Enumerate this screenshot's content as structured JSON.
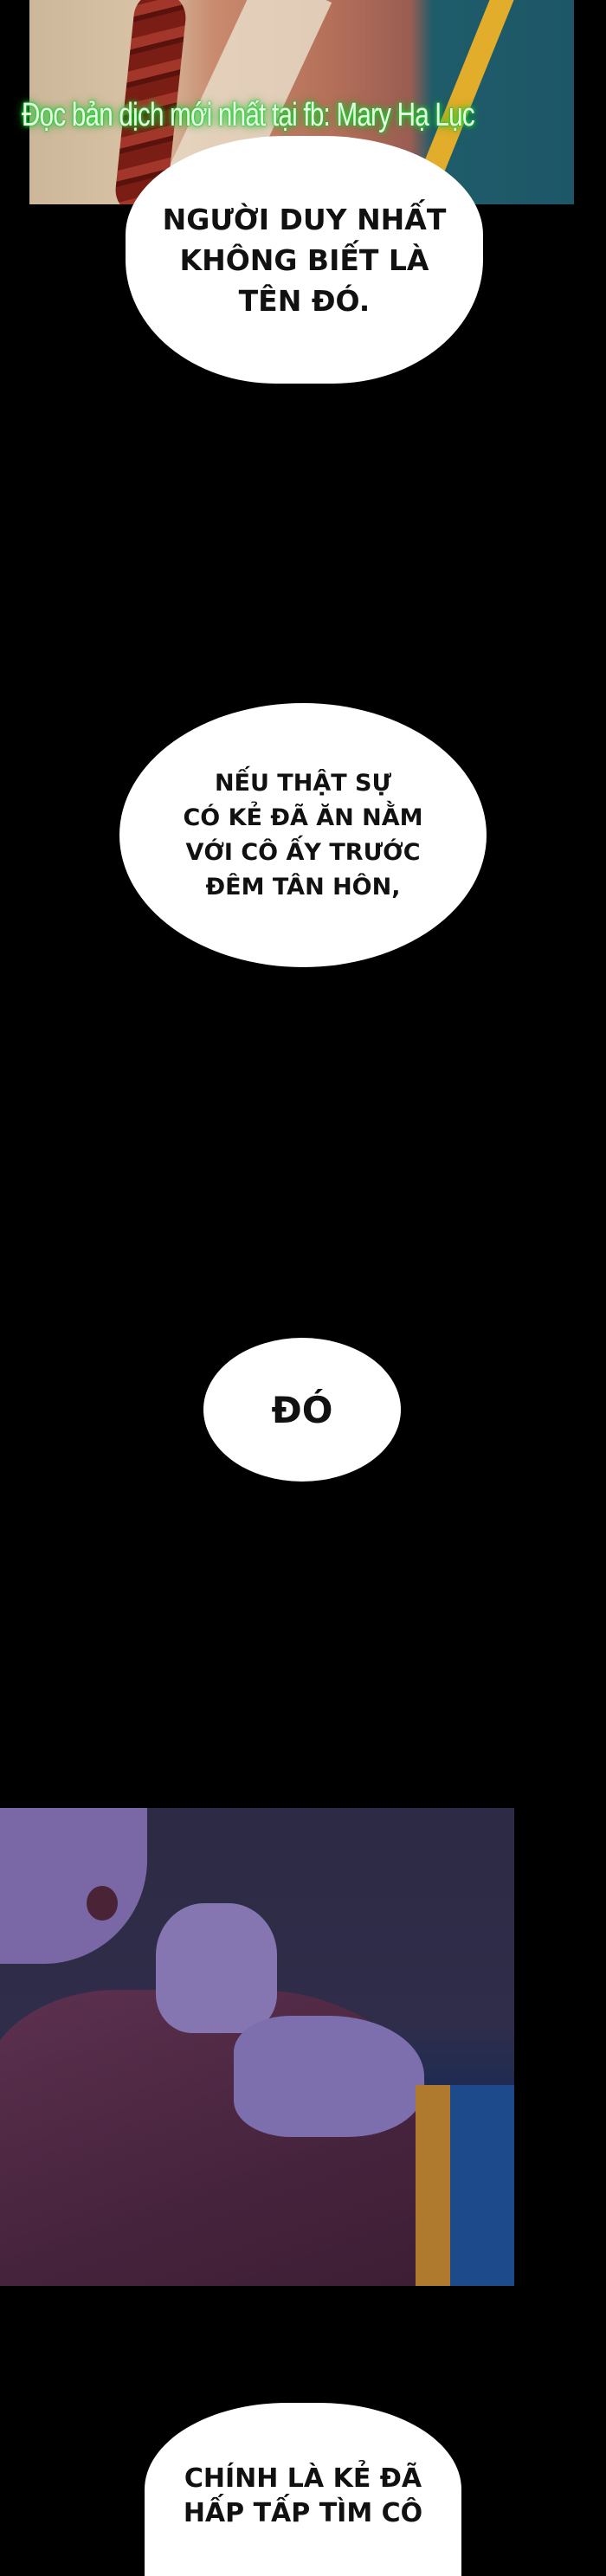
{
  "watermark": "Đọc bản dịch mới nhất tại fb: Mary Hạ Lục",
  "bubbles": [
    {
      "lines": [
        "NGƯỜI DUY NHẤT",
        "KHÔNG BIẾT LÀ",
        "TÊN ĐÓ."
      ]
    },
    {
      "lines": [
        "NẾU THẬT SỰ",
        "CÓ KẺ ĐÃ ĂN NẰM",
        "VỚI CÔ ẤY TRƯỚC",
        "ĐÊM TÂN HÔN,"
      ]
    },
    {
      "lines": [
        "ĐÓ"
      ]
    },
    {
      "lines": [
        "CHÍNH LÀ KẺ ĐÃ",
        "HẤP TẤP TÌM CÔ"
      ]
    }
  ]
}
